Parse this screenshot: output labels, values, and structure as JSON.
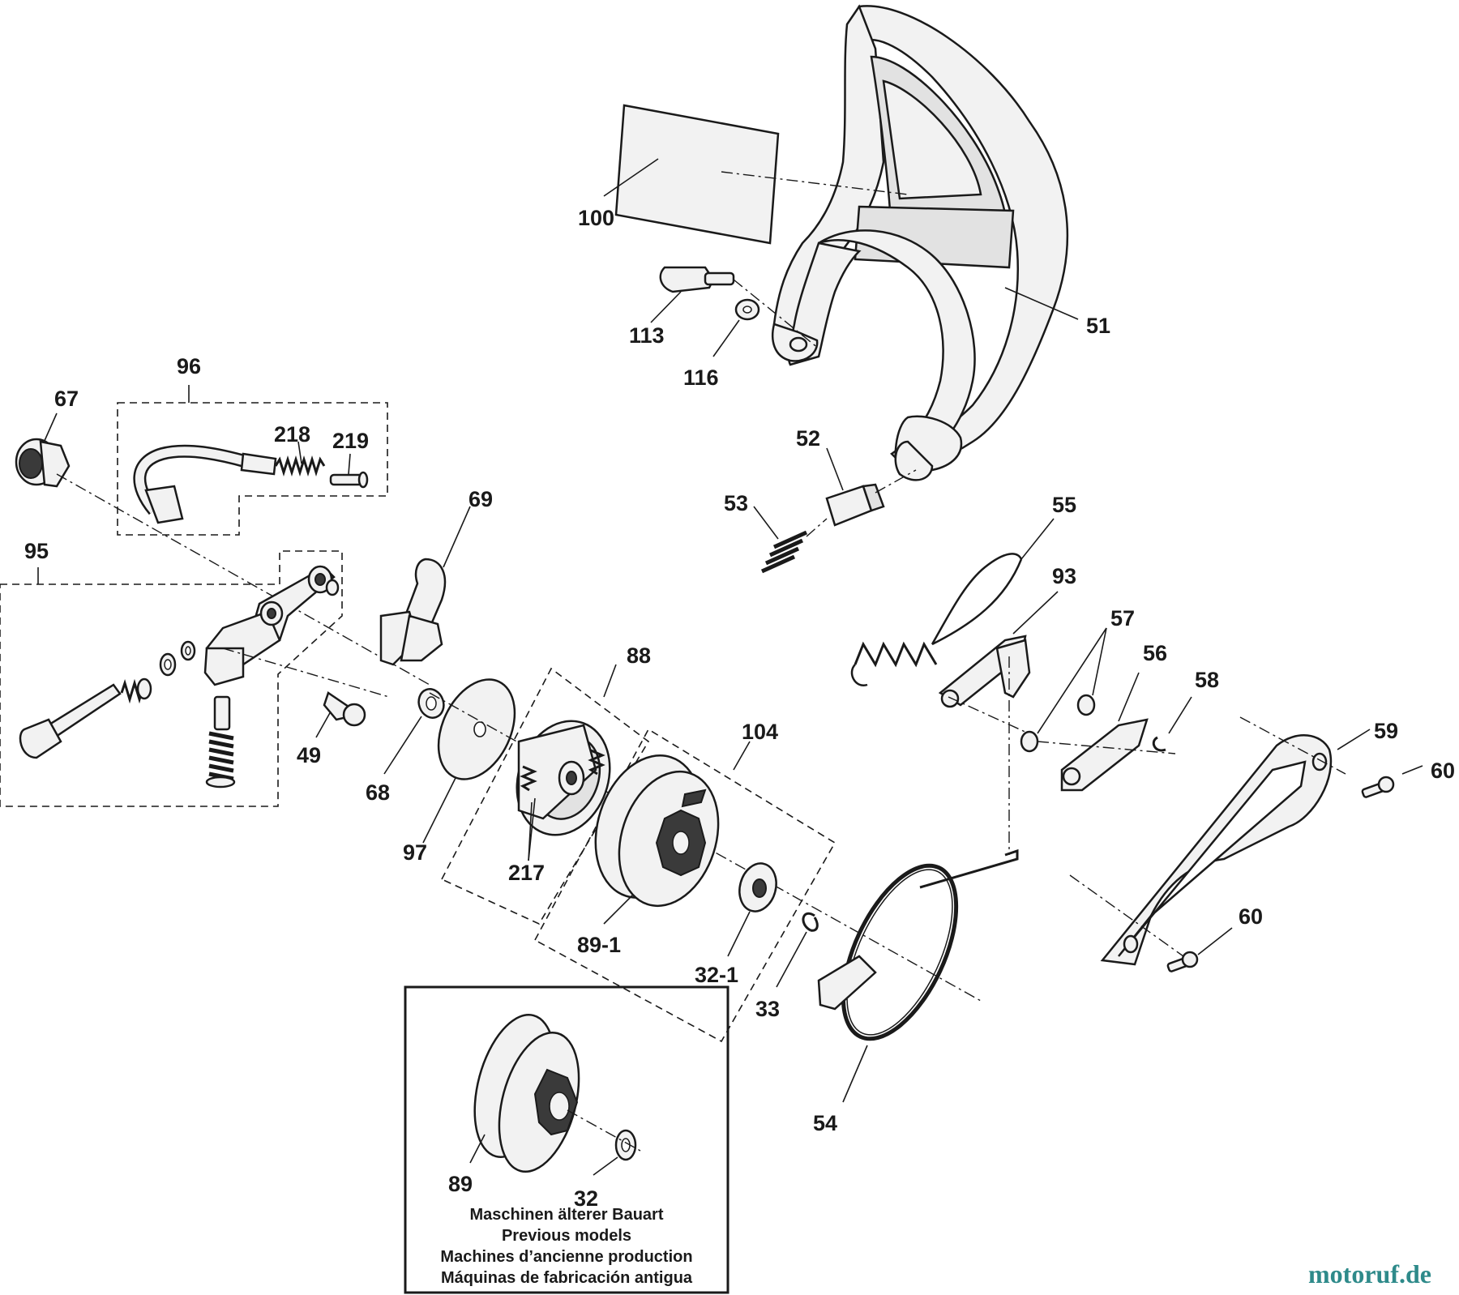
{
  "labels": {
    "p100": "100",
    "p51": "51",
    "p113": "113",
    "p116": "116",
    "p96": "96",
    "p67": "67",
    "p218": "218",
    "p219": "219",
    "p52": "52",
    "p53": "53",
    "p55": "55",
    "p69": "69",
    "p95": "95",
    "p93": "93",
    "p57": "57",
    "p56": "56",
    "p58": "58",
    "p88": "88",
    "p104": "104",
    "p59": "59",
    "p60a": "60",
    "p49": "49",
    "p68": "68",
    "p97": "97",
    "p217": "217",
    "p60b": "60",
    "p89_1": "89-1",
    "p32_1": "32-1",
    "p33": "33",
    "p54": "54",
    "p89": "89",
    "p32": "32"
  },
  "inset_note": [
    "Maschinen älterer Bauart",
    "Previous models",
    "Machines d’ancienne production",
    "Máquinas de fabricación antigua"
  ],
  "watermark": "motoruf.de"
}
